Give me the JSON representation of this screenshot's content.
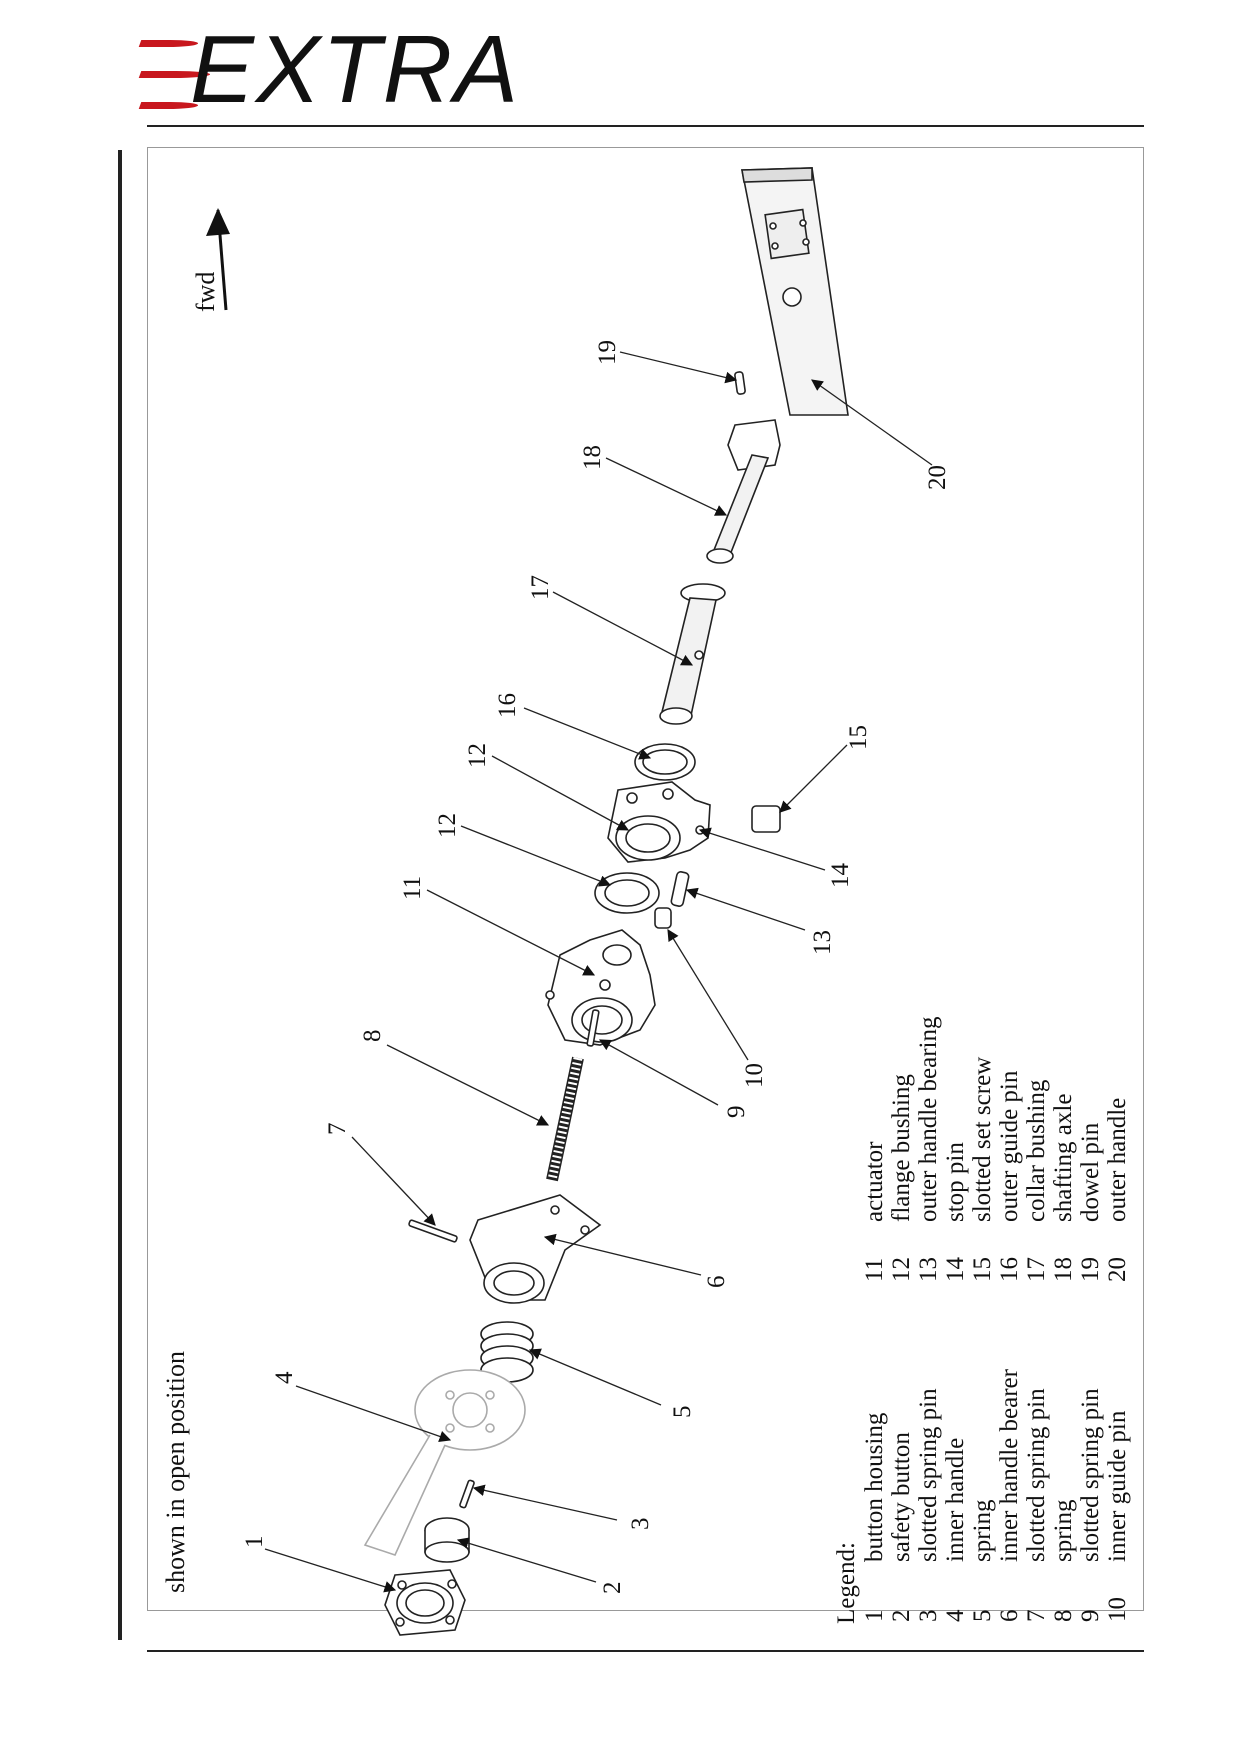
{
  "brand": {
    "logo_text": "EXTRA",
    "accent_color": "#c8171e"
  },
  "note": "shown in open position",
  "direction": "fwd",
  "legend": {
    "title": "Legend:",
    "items": [
      {
        "num": "1",
        "label": "button housing"
      },
      {
        "num": "2",
        "label": "safety button"
      },
      {
        "num": "3",
        "label": "slotted spring pin"
      },
      {
        "num": "4",
        "label": "inner handle"
      },
      {
        "num": "5",
        "label": "spring"
      },
      {
        "num": "6",
        "label": "inner handle bearer"
      },
      {
        "num": "7",
        "label": "slotted spring pin"
      },
      {
        "num": "8",
        "label": "spring"
      },
      {
        "num": "9",
        "label": "slotted spring pin"
      },
      {
        "num": "10",
        "label": "inner guide pin"
      },
      {
        "num": "11",
        "label": "actuator"
      },
      {
        "num": "12",
        "label": "flange bushing"
      },
      {
        "num": "13",
        "label": "outer handle bearing"
      },
      {
        "num": "14",
        "label": "stop pin"
      },
      {
        "num": "15",
        "label": "slotted set screw"
      },
      {
        "num": "16",
        "label": "outer guide pin"
      },
      {
        "num": "17",
        "label": "collar bushing"
      },
      {
        "num": "18",
        "label": "shafting axle"
      },
      {
        "num": "19",
        "label": "dowel pin"
      },
      {
        "num": "20",
        "label": "outer handle"
      }
    ]
  },
  "callouts": [
    "1",
    "2",
    "3",
    "4",
    "5",
    "6",
    "7",
    "8",
    "9",
    "10",
    "11",
    "12",
    "12",
    "13",
    "14",
    "15",
    "16",
    "17",
    "18",
    "19",
    "20"
  ]
}
